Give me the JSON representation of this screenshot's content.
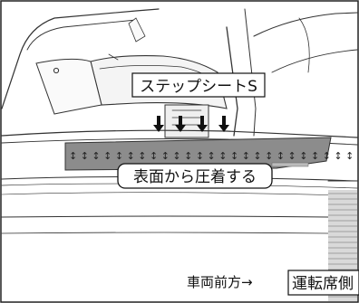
{
  "illustration": {
    "part_label": "ステップシートS",
    "instruction_label": "表面から圧着する",
    "direction_label": "車両前方→",
    "side_label": "運転席側"
  }
}
